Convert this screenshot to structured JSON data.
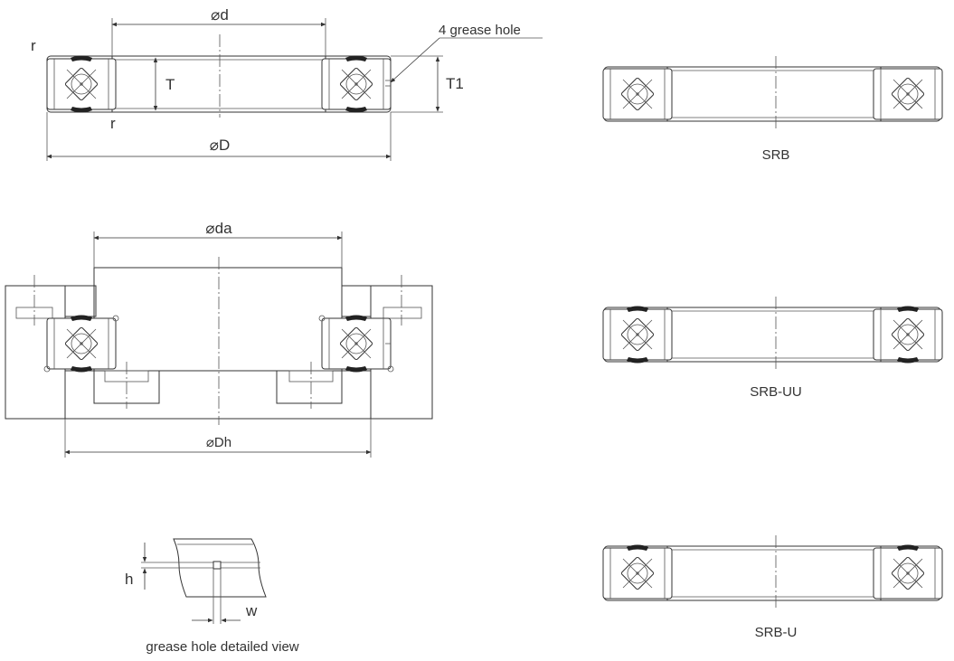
{
  "labels": {
    "d": "⌀d",
    "T": "T",
    "T1": "T1",
    "r_top": "r",
    "r_bottom": "r",
    "D": "⌀D",
    "grease_hole": "4 grease hole",
    "da": "⌀da",
    "Dh": "⌀Dh",
    "h": "h",
    "w": "w",
    "detail_caption": "grease hole detailed view"
  },
  "variants": [
    {
      "name": "SRB"
    },
    {
      "name": "SRB-UU"
    },
    {
      "name": "SRB-U"
    }
  ]
}
